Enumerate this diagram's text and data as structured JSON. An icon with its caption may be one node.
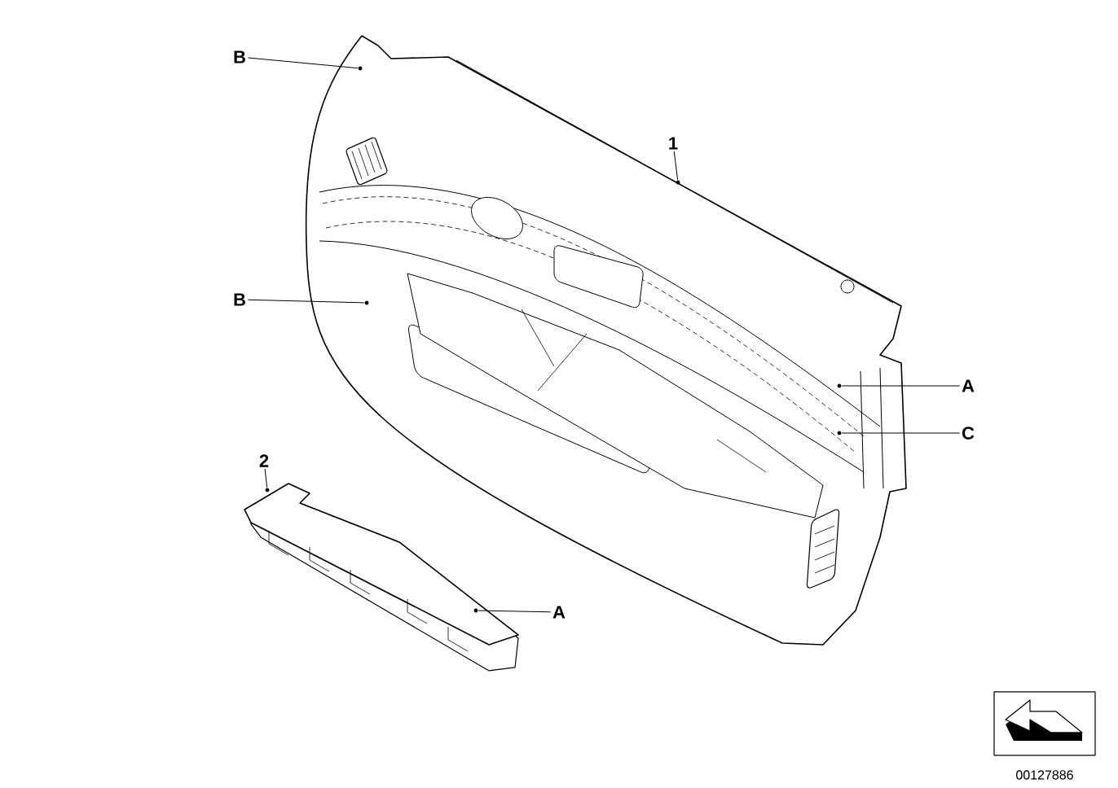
{
  "diagram": {
    "nodes": [
      {
        "text": [
          "B"
        ]
      },
      {
        "text": [
          "1"
        ]
      },
      {
        "text": [
          "B"
        ]
      },
      {
        "text": [
          "A"
        ]
      },
      {
        "text": [
          "C"
        ]
      },
      {
        "text": [
          "2"
        ]
      },
      {
        "text": [
          "A"
        ]
      },
      {
        "text": [],
        "shape": "picture"
      },
      {
        "text": [],
        "shape": "picture"
      }
    ],
    "edges": [
      {
        "from": 0,
        "to": 7,
        "arrow": "none"
      },
      {
        "from": 1,
        "to": 7,
        "arrow": "none"
      },
      {
        "from": 2,
        "to": 7,
        "arrow": "none"
      },
      {
        "from": 3,
        "to": 7,
        "arrow": "none"
      },
      {
        "from": 4,
        "to": 7,
        "arrow": "none"
      },
      {
        "from": 5,
        "to": 8,
        "arrow": "none"
      },
      {
        "from": 6,
        "to": 8,
        "arrow": "none"
      }
    ],
    "labels": [
      "00127886"
    ]
  }
}
